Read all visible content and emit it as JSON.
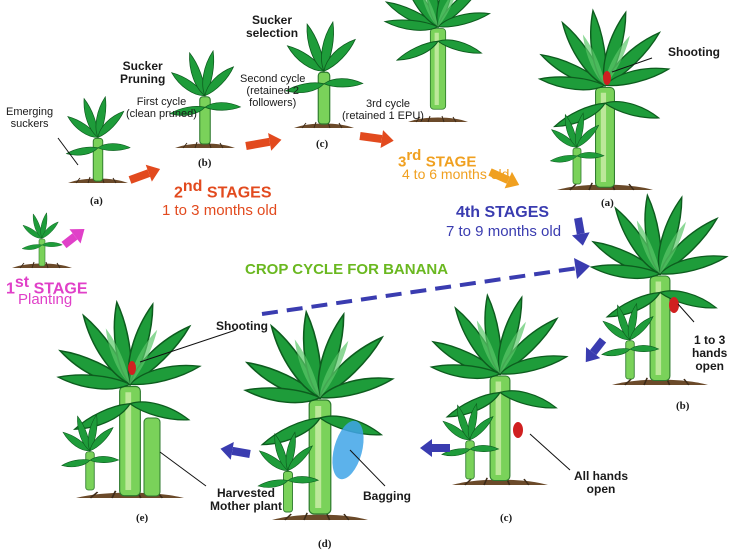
{
  "title": "CROP CYCLE FOR BANANA",
  "stage1": {
    "sup": "st",
    "num": "1",
    "word": "STAGE",
    "sub": "Planting"
  },
  "stage2": {
    "num": "2",
    "sup": "nd",
    "word": "STAGES",
    "sub": "1 to 3 months old"
  },
  "stage3": {
    "num": "3",
    "sup": "rd",
    "word": "STAGE",
    "sub": "4 to 6 months old"
  },
  "stage4": {
    "word": "4th STAGES",
    "sub": "7 to 9 months old"
  },
  "labels": {
    "emerging": [
      "Emerging",
      "suckers"
    ],
    "sucker_pruning": [
      "Sucker",
      "Pruning"
    ],
    "first_cycle": [
      "First cycle",
      "(clean pruned)"
    ],
    "sucker_selection": [
      "Sucker",
      "selection"
    ],
    "second_cycle": [
      "Second cycle",
      "(retained 2",
      "followers)"
    ],
    "third_cycle": "3rd cycle",
    "retained_epu": "(retained 1 EPU)",
    "shooting_top": "Shooting",
    "hands_1_3": [
      "1 to 3",
      "hands",
      "open"
    ],
    "all_hands": [
      "All hands",
      "open"
    ],
    "bagging": "Bagging",
    "harvested": [
      "Harvested",
      "Mother plant"
    ],
    "shooting_bottom": "Shooting"
  },
  "markers": {
    "a1": "(a)",
    "b1": "(b)",
    "c1": "(c)",
    "a2": "(a)",
    "b2": "(b)",
    "c2": "(c)",
    "d2": "(d)",
    "e2": "(e)"
  },
  "colors": {
    "leaf": "#1e9c3a",
    "leaf_light": "#5cc86a",
    "stem": "#7ad25a",
    "arrow_red": "#e24a1e",
    "arrow_pink": "#e040c8",
    "arrow_orange": "#f0a020",
    "arrow_blue": "#3a3cb0",
    "bag": "#3fa4e8",
    "flower": "#d02020"
  }
}
